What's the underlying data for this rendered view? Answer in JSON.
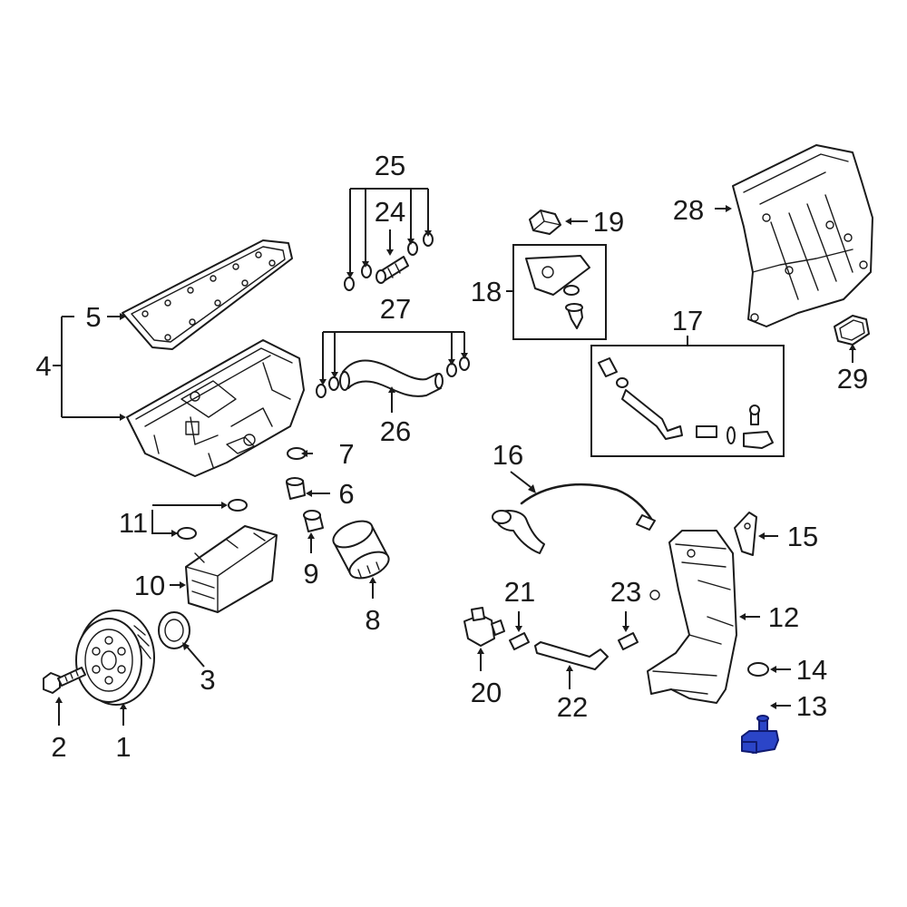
{
  "diagram": {
    "highlight_color": "#2b45c8",
    "line_color": "#1a1a1a",
    "background": "#ffffff",
    "callouts": {
      "c1": "1",
      "c2": "2",
      "c3": "3",
      "c4": "4",
      "c5": "5",
      "c6": "6",
      "c7": "7",
      "c8": "8",
      "c9": "9",
      "c10": "10",
      "c11": "11",
      "c12": "12",
      "c13": "13",
      "c14": "14",
      "c15": "15",
      "c16": "16",
      "c17": "17",
      "c18": "18",
      "c19": "19",
      "c20": "20",
      "c21": "21",
      "c22": "22",
      "c23": "23",
      "c24": "24",
      "c25": "25",
      "c26": "26",
      "c27": "27",
      "c28": "28",
      "c29": "29"
    },
    "highlighted_part": "13"
  }
}
